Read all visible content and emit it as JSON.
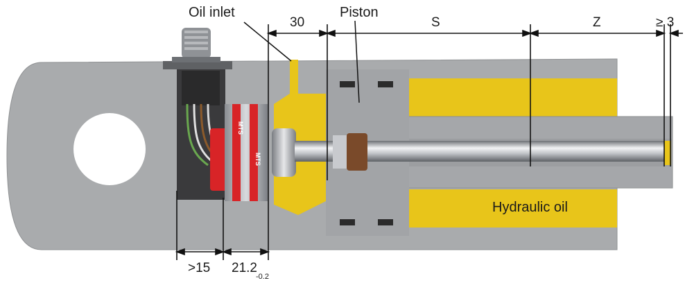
{
  "labels": {
    "oil_inlet": "Oil inlet",
    "piston": "Piston",
    "hydraulic_oil": "Hydraulic oil",
    "sensor_brand": "MTS"
  },
  "dimensions": {
    "d30": "30",
    "s": "S",
    "z": "Z",
    "ge3": "≥ 3",
    "gt15": ">15",
    "d21_2": "21.2",
    "d21_2_tol": "-0.2"
  },
  "colors": {
    "steel": "#a9abad",
    "steel_dark": "#8e9092",
    "oil": "#e8c51a",
    "sensor_red": "#d82427",
    "rod": "#c9ccd0",
    "seal": "#2b2b2b",
    "housing": "#3a3a3c"
  }
}
